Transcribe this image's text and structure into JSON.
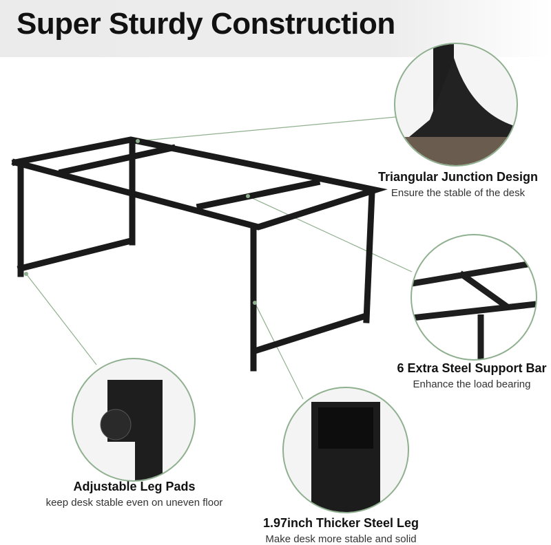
{
  "title": "Super Sturdy Construction",
  "accent_color": "#8fb08f",
  "features": [
    {
      "heading": "Triangular Junction Design",
      "sub": "Ensure the stable of the desk"
    },
    {
      "heading": "6 Extra Steel Support Bar",
      "sub": "Enhance the load bearing"
    },
    {
      "heading": "Adjustable Leg Pads",
      "sub": "keep desk stable even on uneven floor"
    },
    {
      "heading": "1.97inch Thicker Steel Leg",
      "sub": "Make desk more stable and solid"
    }
  ]
}
